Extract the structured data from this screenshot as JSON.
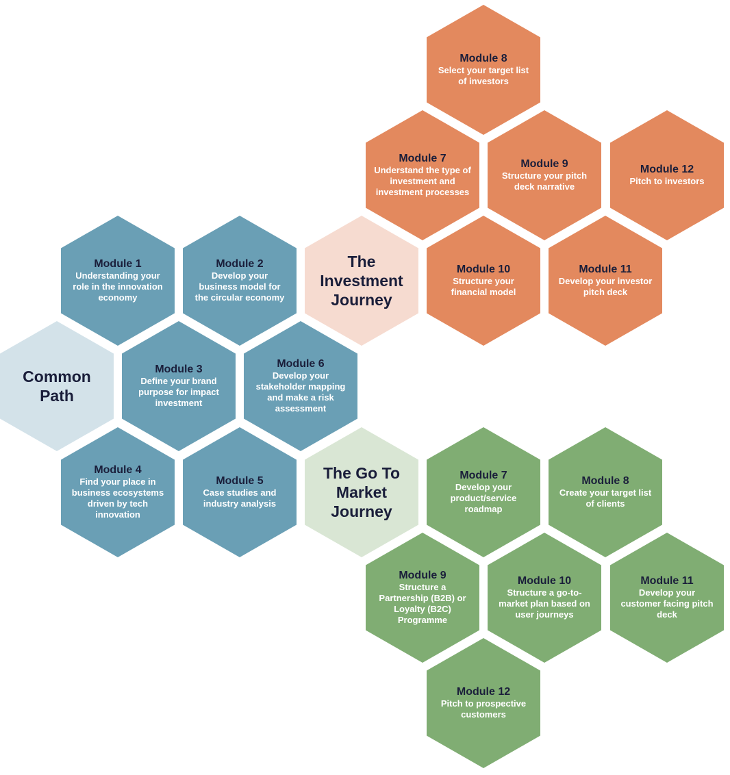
{
  "colors": {
    "common": "#6a9fb5",
    "common_hub": "#d3e2e9",
    "investment": "#e3895e",
    "investment_hub": "#f6dbd0",
    "market": "#80ad73",
    "market_hub": "#d9e6d4",
    "title_text": "#1a1e3a",
    "desc_text": "#ffffff"
  },
  "hubs": {
    "common": "Common Path",
    "investment": "The Investment Journey",
    "market": "The Go To Market Journey"
  },
  "common_path": [
    {
      "title": "Module 1",
      "desc": "Understanding your role in the innovation economy"
    },
    {
      "title": "Module 2",
      "desc": "Develop your business model for the circular economy"
    },
    {
      "title": "Module 3",
      "desc": "Define your brand purpose for impact investment"
    },
    {
      "title": "Module 4",
      "desc": "Find your place in business ecosystems driven by tech innovation"
    },
    {
      "title": "Module 5",
      "desc": "Case studies and industry analysis"
    },
    {
      "title": "Module 6",
      "desc": "Develop your stakeholder mapping and make a risk assessment"
    }
  ],
  "investment_journey": [
    {
      "title": "Module 7",
      "desc": "Understand the type of investment and investment processes"
    },
    {
      "title": "Module 8",
      "desc": "Select your target list of investors"
    },
    {
      "title": "Module 9",
      "desc": "Structure your pitch deck narrative"
    },
    {
      "title": "Module 10",
      "desc": "Structure your financial model"
    },
    {
      "title": "Module 11",
      "desc": "Develop your investor pitch deck"
    },
    {
      "title": "Module 12",
      "desc": "Pitch to investors"
    }
  ],
  "market_journey": [
    {
      "title": "Module 7",
      "desc": "Develop your product/service roadmap"
    },
    {
      "title": "Module 8",
      "desc": "Create your target list of clients"
    },
    {
      "title": "Module 9",
      "desc": "Structure a Partnership (B2B) or Loyalty (B2C) Programme"
    },
    {
      "title": "Module 10",
      "desc": "Structure a go-to-market plan based on user journeys"
    },
    {
      "title": "Module 11",
      "desc": "Develop your customer facing pitch deck"
    },
    {
      "title": "Module 12",
      "desc": "Pitch to prospective customers"
    }
  ]
}
